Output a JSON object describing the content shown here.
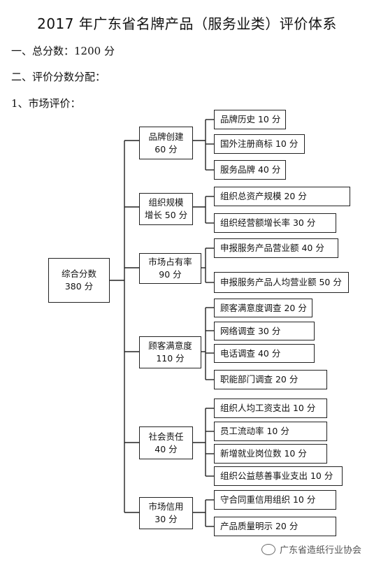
{
  "title": "2017 年广东省名牌产品（服务业类）评价体系",
  "sections": {
    "total": "一、总分数：1200 分",
    "distribution": "二、评价分数分配：",
    "market": "1、市场评价："
  },
  "tree": {
    "root": {
      "line1": "综合分数",
      "line2": "380 分"
    },
    "categories": [
      {
        "line1": "品牌创建",
        "line2": "60 分",
        "items": [
          "品牌历史 10 分",
          "国外注册商标 10 分",
          "服务品牌 40 分"
        ]
      },
      {
        "line1": "组织规模",
        "line2": "增长 50 分",
        "items": [
          "组织总资产规模 20 分",
          "组织经营额增长率 30 分"
        ]
      },
      {
        "line1": "市场占有率",
        "line2": "90 分",
        "items": [
          "申报服务产品营业额 40 分",
          "申报服务产品人均营业额 50 分"
        ]
      },
      {
        "line1": "顾客满意度",
        "line2": "110 分",
        "items": [
          "顾客满意度调查 20 分",
          "网络调查 30 分",
          "电话调查 40 分",
          "职能部门调查 20 分"
        ]
      },
      {
        "line1": "社会责任",
        "line2": "40 分",
        "items": [
          "组织人均工资支出 10 分",
          "员工流动率 10 分",
          "新增就业岗位数 10 分",
          "组织公益慈善事业支出 10 分"
        ]
      },
      {
        "line1": "市场信用",
        "line2": "30 分",
        "items": [
          "守合同重信用组织 10 分",
          "产品质量明示 20 分"
        ]
      }
    ]
  },
  "watermark": "广东省造纸行业协会",
  "icons": {
    "watermark": "wechat-bubble-icon"
  }
}
